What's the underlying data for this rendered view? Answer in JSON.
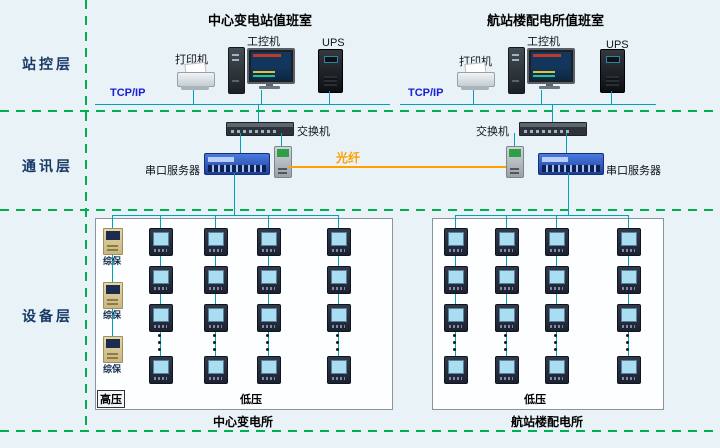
{
  "layers": {
    "station": "站控层",
    "comm": "通讯层",
    "device": "设备层"
  },
  "left_room": {
    "title": "中心变电站值班室",
    "printer_label": "打印机",
    "pc_label": "工控机",
    "ups_label": "UPS",
    "tcpip_label": "TCP/IP",
    "switch_label": "交换机",
    "serial_label": "串口服务器"
  },
  "right_room": {
    "title": "航站楼配电所值班室",
    "printer_label": "打印机",
    "pc_label": "工控机",
    "ups_label": "UPS",
    "tcpip_label": "TCP/IP",
    "switch_label": "交换机",
    "serial_label": "串口服务器"
  },
  "fiber_label": "光纤",
  "left_box": {
    "caption": "中心变电所",
    "hv_label": "高压",
    "lv_label": "低压",
    "prot_label": "综保"
  },
  "right_box": {
    "caption": "航站楼配电所",
    "lv_label": "低压"
  },
  "colors": {
    "background": "#e9f2f7",
    "bus_line": "#00a2b8",
    "layer_divider": "#00b050",
    "fiber": "#ffa000",
    "tcpip_text": "#1822d2"
  }
}
